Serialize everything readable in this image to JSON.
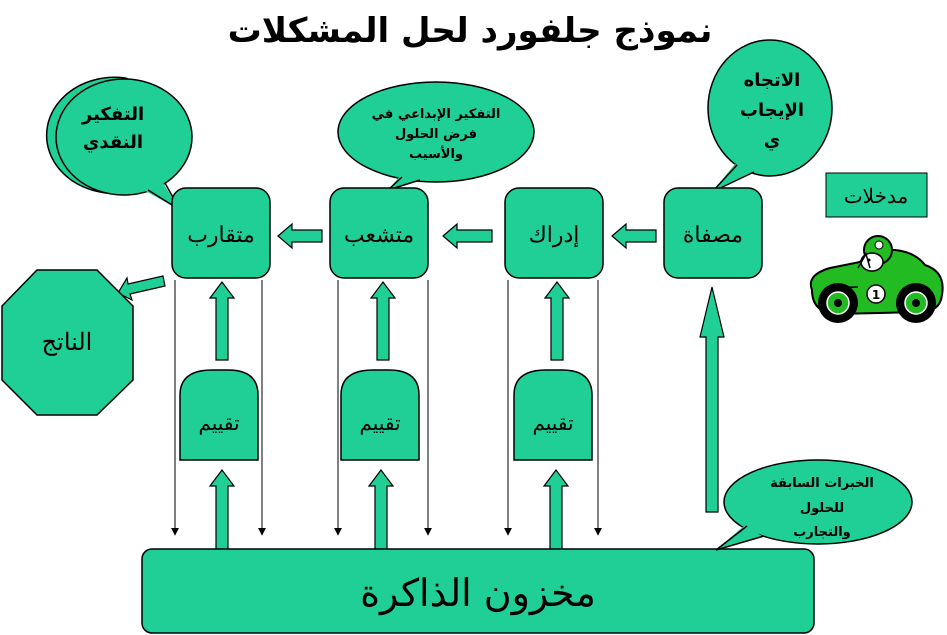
{
  "title": "نموذج جلفورد لحل المشكلات",
  "colors": {
    "fill": "#1fcf96",
    "stroke": "#000000",
    "car": "#22bb22",
    "background": "#ffffff"
  },
  "boxes": {
    "filter": "مصفاة",
    "perception": "إدراك",
    "divergent": "متشعب",
    "convergent": "متقارب"
  },
  "evaluation_label": "تقييم",
  "output_label": "الناتج",
  "memory_label": "مخزون الذاكرة",
  "bubbles": {
    "critical_line1": "التفكير",
    "critical_line2": "النقدي",
    "creative_line1": "التفكير الإبداعي في",
    "creative_line2": "فرض الحلول",
    "creative_line3": "والأسيب",
    "positive_line1": "الاتجاه",
    "positive_line2": "الإيجاب",
    "positive_line3": "ي",
    "experience_line1": "الخبرات السابقة",
    "experience_line2": "للحلول",
    "experience_line3": "والتجارب"
  },
  "inputs_label": "مدخلات",
  "car_number": "1"
}
